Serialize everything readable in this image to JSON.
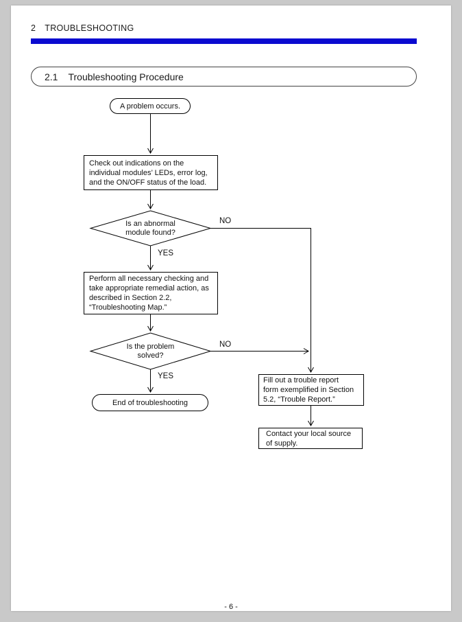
{
  "page": {
    "header": {
      "chapter_number": "2",
      "chapter_title": "TROUBLESHOOTING"
    },
    "section": {
      "number": "2.1",
      "title": "Troubleshooting Procedure"
    },
    "footer": {
      "page_number": "- 6 -"
    },
    "colors": {
      "accent_blue": "#0a0ad0",
      "page_white": "#ffffff",
      "surround_gray": "#c9c9c9",
      "line_black": "#000000"
    }
  },
  "flowchart": {
    "start": "A problem occurs.",
    "step_check": "Check out indications on the\nindividual modules’ LEDs, error log,\nand the ON/OFF status of the load.",
    "decision_abnormal": "Is an abnormal\nmodule found?",
    "decision_abnormal_no": "NO",
    "decision_abnormal_yes": "YES",
    "step_perform": "Perform all necessary checking and\ntake appropriate remedial action, as\ndescribed in Section 2.2,\n“Troubleshooting Map.”",
    "decision_solved": "Is the problem\nsolved?",
    "decision_solved_no": "NO",
    "decision_solved_yes": "YES",
    "end": "End of troubleshooting",
    "step_report": "Fill out a trouble report\nform exemplified in Section\n5.2, “Trouble Report.”",
    "step_contact": "Contact your local source\nof supply."
  }
}
